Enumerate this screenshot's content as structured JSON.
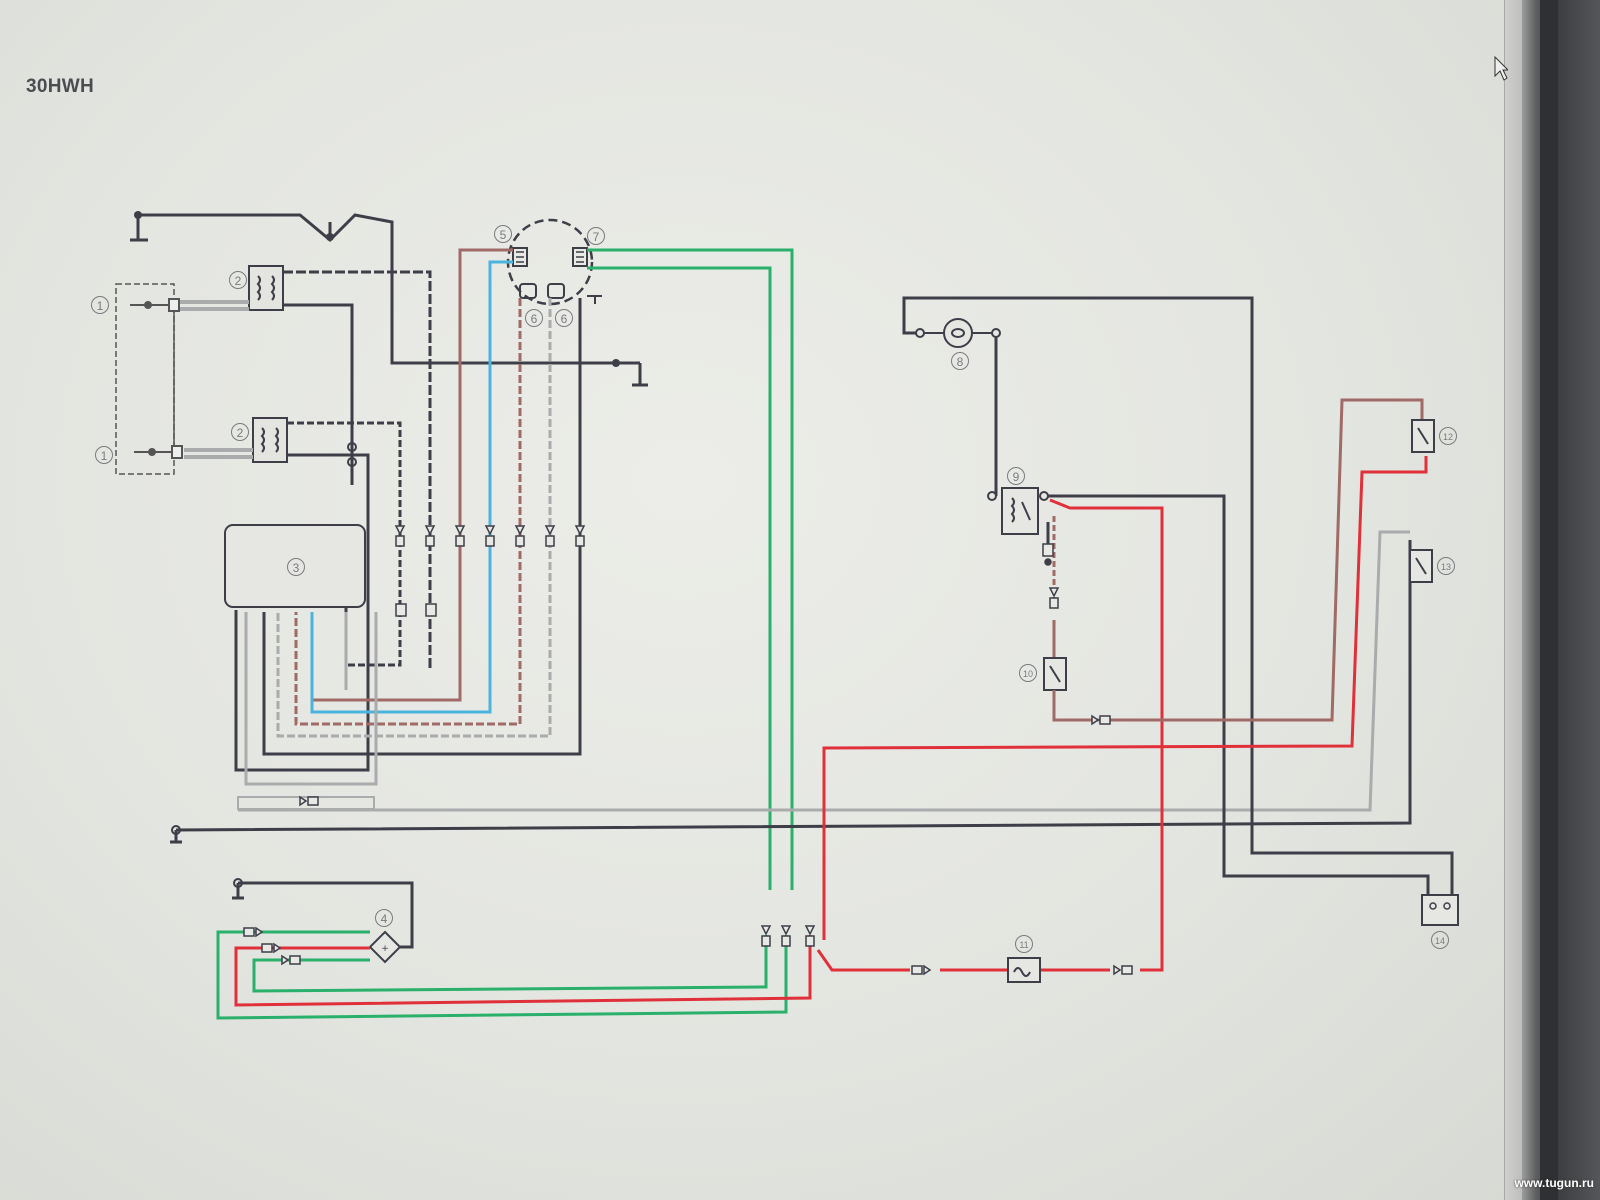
{
  "page": {
    "title": "30HWH",
    "watermark": "www.tugun.ru"
  },
  "components": [
    {
      "id": "c1a",
      "label": "1"
    },
    {
      "id": "c1b",
      "label": "1"
    },
    {
      "id": "c2a",
      "label": "2"
    },
    {
      "id": "c2b",
      "label": "2"
    },
    {
      "id": "c3",
      "label": "3"
    },
    {
      "id": "c4",
      "label": "4"
    },
    {
      "id": "c5",
      "label": "5"
    },
    {
      "id": "c6a",
      "label": "6"
    },
    {
      "id": "c6b",
      "label": "6"
    },
    {
      "id": "c7",
      "label": "7"
    },
    {
      "id": "c8",
      "label": "8"
    },
    {
      "id": "c9",
      "label": "9"
    },
    {
      "id": "c10",
      "label": "10"
    },
    {
      "id": "c11",
      "label": "11"
    },
    {
      "id": "c12",
      "label": "12"
    },
    {
      "id": "c13",
      "label": "13"
    },
    {
      "id": "c14",
      "label": "14"
    }
  ],
  "colors": {
    "wire_black": "#3d3e48",
    "wire_green": "#29b06a",
    "wire_red": "#e0303a",
    "wire_blue": "#4ab4de",
    "wire_brown": "#a06a66",
    "wire_gray": "#a9abad",
    "label_gray": "#7a7b80"
  }
}
